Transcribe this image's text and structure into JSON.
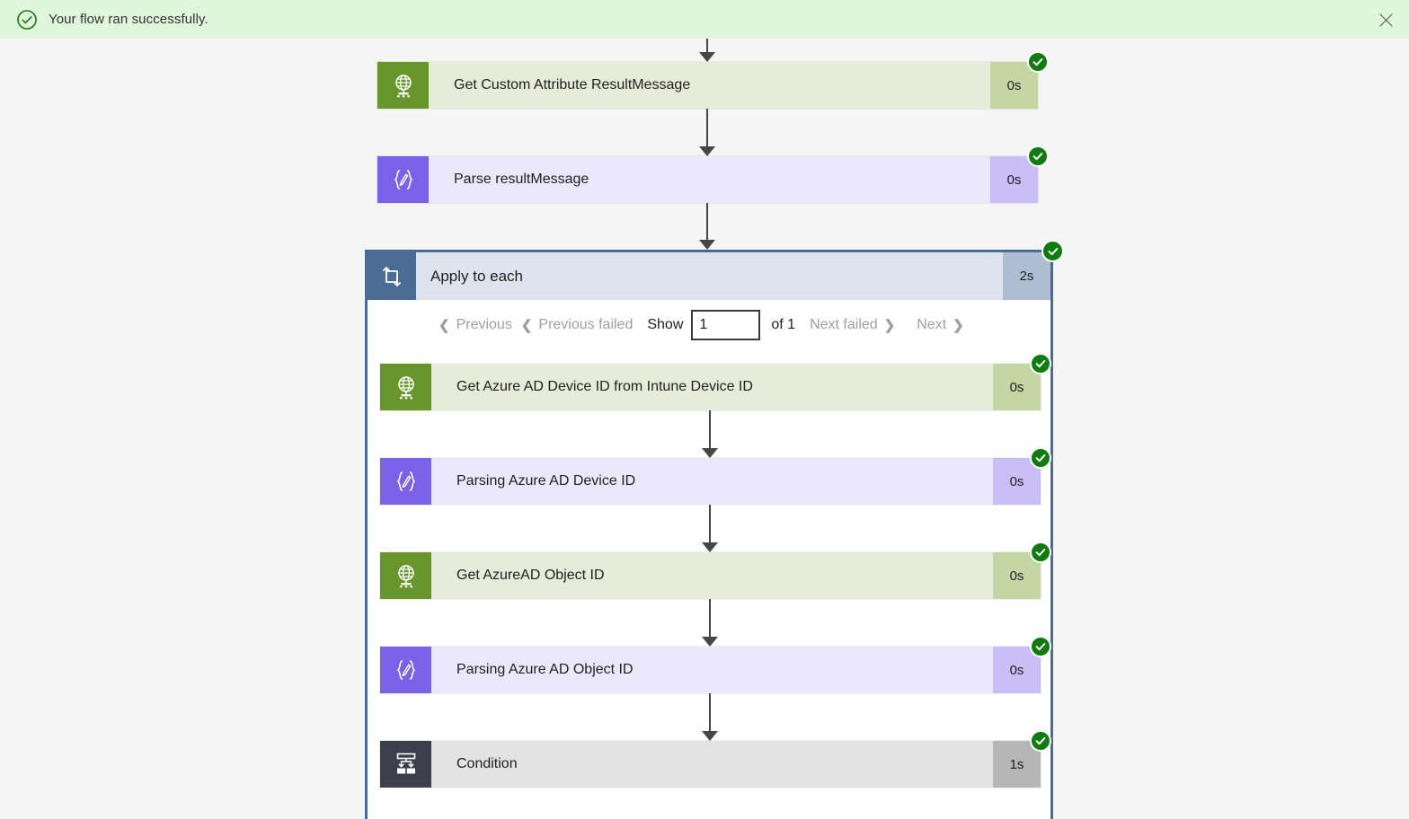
{
  "banner": {
    "message": "Your flow ran successfully.",
    "icon": "check-circle-icon",
    "close_icon": "close-icon",
    "background_color": "#dff6dd",
    "accent_color": "#107c10"
  },
  "flow": {
    "top_actions": [
      {
        "name": "Get Custom Attribute ResultMessage",
        "duration": "0s",
        "status": "succeeded",
        "icon": "globe-http-icon",
        "theme": "http"
      },
      {
        "name": "Parse resultMessage",
        "duration": "0s",
        "status": "succeeded",
        "icon": "parse-json-icon",
        "theme": "json"
      }
    ],
    "scope": {
      "name": "Apply to each",
      "duration": "2s",
      "status": "succeeded",
      "icon": "loop-icon",
      "pager": {
        "previous_label": "Previous",
        "previous_failed_label": "Previous failed",
        "show_label": "Show",
        "page_value": "1",
        "of_label": "of 1",
        "next_failed_label": "Next failed",
        "next_label": "Next"
      },
      "actions": [
        {
          "name": "Get Azure AD Device ID from Intune Device ID",
          "duration": "0s",
          "status": "succeeded",
          "icon": "globe-http-icon",
          "theme": "http"
        },
        {
          "name": "Parsing Azure AD Device ID",
          "duration": "0s",
          "status": "succeeded",
          "icon": "parse-json-icon",
          "theme": "json"
        },
        {
          "name": "Get AzureAD Object ID",
          "duration": "0s",
          "status": "succeeded",
          "icon": "globe-http-icon",
          "theme": "http"
        },
        {
          "name": "Parsing Azure AD Object ID",
          "duration": "0s",
          "status": "succeeded",
          "icon": "parse-json-icon",
          "theme": "json"
        },
        {
          "name": "Condition",
          "duration": "1s",
          "status": "succeeded",
          "icon": "condition-branch-icon",
          "theme": "cond"
        }
      ]
    }
  },
  "colors": {
    "http_icon": "#68962a",
    "http_body": "#e6ecd9",
    "http_duration": "#c3d6a4",
    "json_icon": "#7b61e8",
    "json_body": "#ece8fc",
    "json_duration": "#c9bef6",
    "condition_icon": "#3b3f4c",
    "condition_body": "#e3e3e3",
    "condition_duration": "#b6b6b6",
    "scope_border": "#4a6c94",
    "scope_body": "#dde4ee",
    "success": "#107c10",
    "page_background": "#f5f5f5"
  }
}
